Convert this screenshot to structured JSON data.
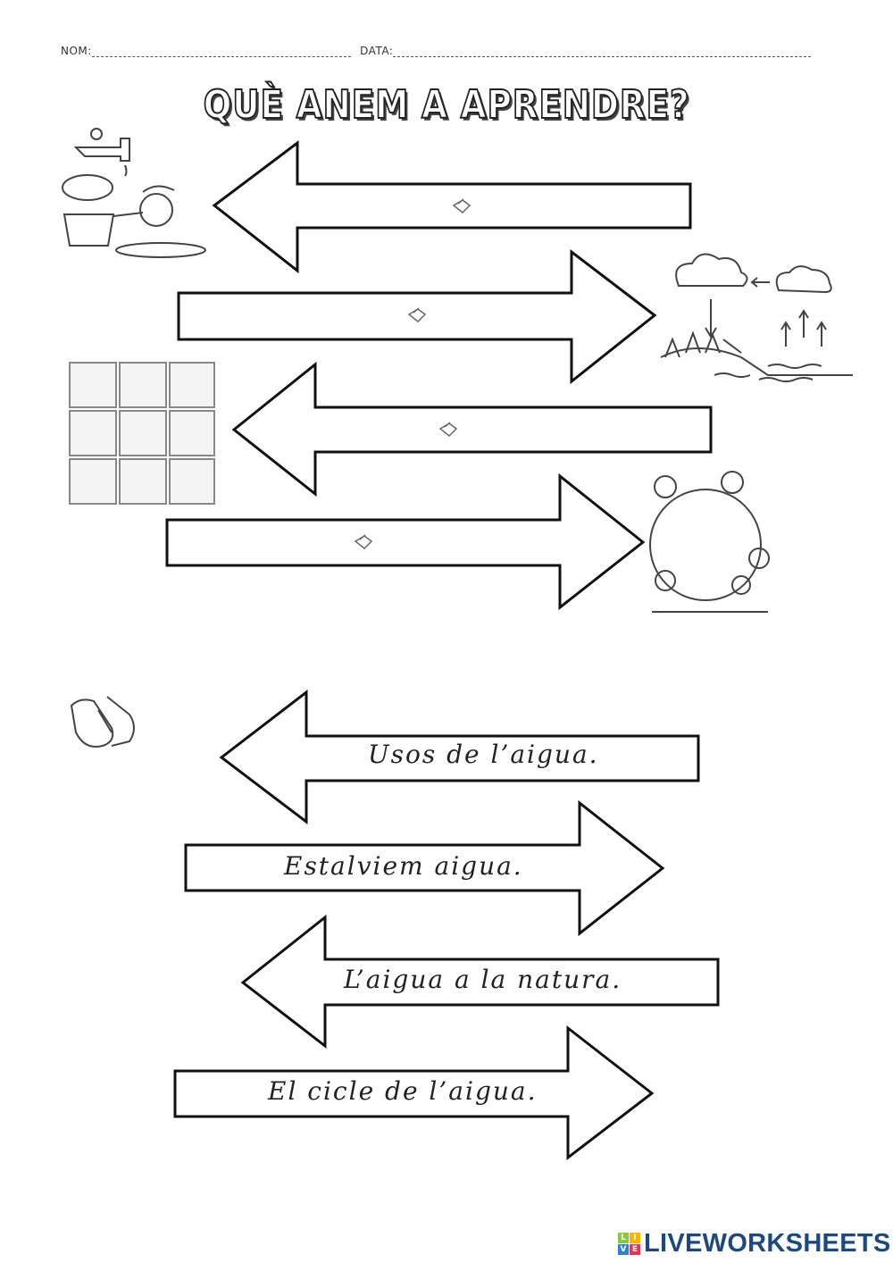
{
  "header": {
    "name_label": "NOM:",
    "date_label": "DATA:"
  },
  "title": "QUÈ ANEM A APRENDRE?",
  "answers": [
    {
      "text": "Usos de l’aigua."
    },
    {
      "text": "Estalviem aigua."
    },
    {
      "text": "L’aigua a la natura."
    },
    {
      "text": "El cicle de l’aigua."
    }
  ],
  "drop_icon": "drag-hand-icon",
  "footer": {
    "brand": "LIVEWORKSHEETS",
    "logo_letters": [
      "L",
      "I",
      "V",
      "E"
    ],
    "brand_color": "#1c4a80",
    "logo_colors": [
      "#8cc63f",
      "#f7b500",
      "#2f80d1",
      "#e8344e"
    ]
  }
}
